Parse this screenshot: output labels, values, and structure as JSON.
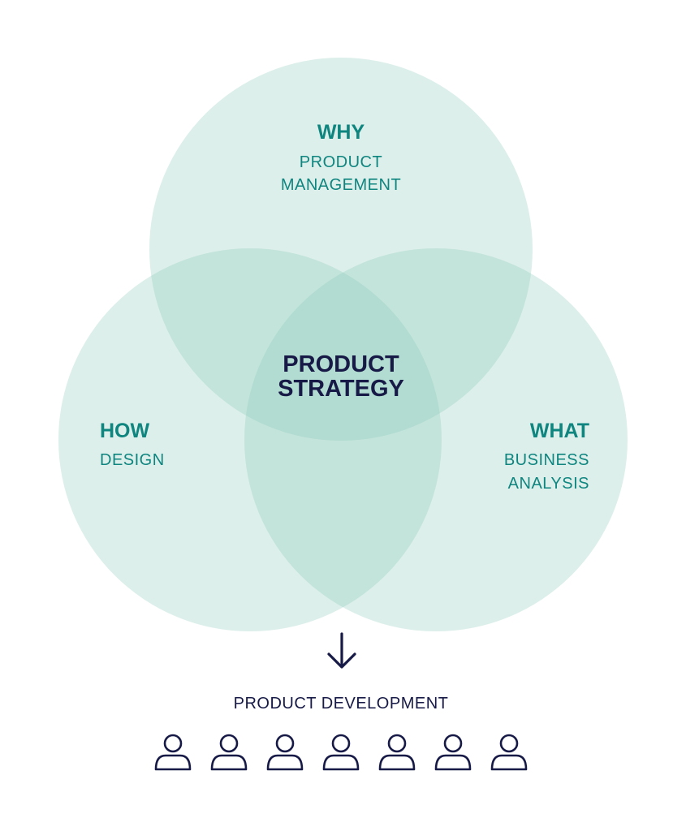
{
  "colors": {
    "circle_fill": "#8ccbb8",
    "circle_opacity": 0.3,
    "teal_text": "#0f8580",
    "navy": "#171a46",
    "background": "#ffffff"
  },
  "circles": {
    "why": {
      "heading": "WHY",
      "line1": "PRODUCT",
      "line2": "MANAGEMENT"
    },
    "how": {
      "heading": "HOW",
      "line1": "DESIGN"
    },
    "what": {
      "heading": "WHAT",
      "line1": "BUSINESS",
      "line2": "ANALYSIS"
    }
  },
  "center": {
    "line1": "PRODUCT",
    "line2": "STRATEGY"
  },
  "arrow_icon": "arrow-down-icon",
  "development": {
    "label": "PRODUCT DEVELOPMENT",
    "person_icon": "person-icon",
    "people_count": 7
  }
}
